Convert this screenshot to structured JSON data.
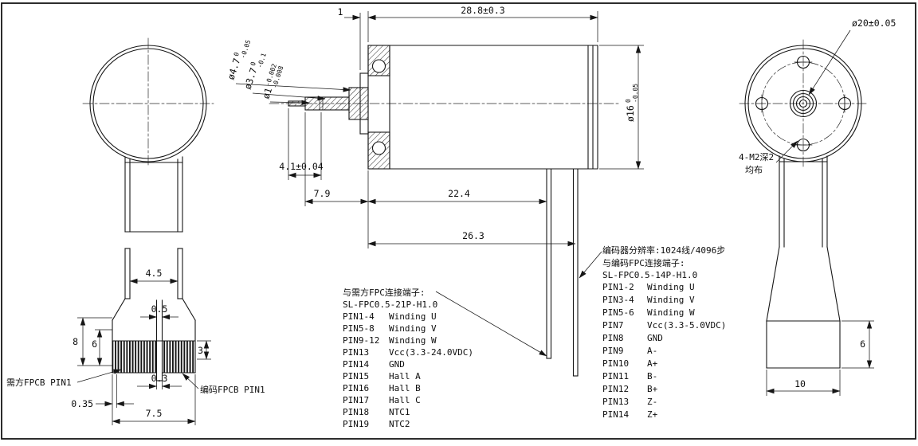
{
  "drawing": {
    "front_view": {
      "dim_4_5": "4.5",
      "dim_0_5": "0.5",
      "dim_8": "8",
      "dim_6": "6",
      "dim_3": "3",
      "dim_0_3": "0.3",
      "dim_0_35": "0.35",
      "dim_7_5": "7.5",
      "label_customer_fpcb": "需方FPCB PIN1",
      "label_encoder_fpcb": "编码FPCB PIN1"
    },
    "side_view": {
      "dim_1": "1",
      "dim_length": "28.8±0.3",
      "dim_4_1": "4.1±0.04",
      "dim_7_9": "7.9",
      "dim_22_4": "22.4",
      "dim_26_3": "26.3",
      "dia_4_7": {
        "value": "ø4.7",
        "tol_upper": "0",
        "tol_lower": "-0.05"
      },
      "dia_3_7": {
        "value": "ø3.7",
        "tol_upper": "0",
        "tol_lower": "-0.1"
      },
      "dia_1": {
        "value": "ø1",
        "tol_upper": "-0.002",
        "tol_lower": "-0.008"
      },
      "dia_16": {
        "value": "ø16",
        "tol_upper": "0",
        "tol_lower": "-0.05"
      }
    },
    "rear_view": {
      "dia_20": "ø20±0.05",
      "screw_note_line1": "4-M2深2",
      "screw_note_line2": "均布",
      "dim_6": "6",
      "dim_10": "10"
    },
    "main_fpc": {
      "title": "与需方FPC连接端子:",
      "part_no": "SL-FPC0.5-21P-H1.0",
      "pins": [
        {
          "pin": "PIN1-4",
          "signal": "Winding U"
        },
        {
          "pin": "PIN5-8",
          "signal": "Winding V"
        },
        {
          "pin": "PIN9-12",
          "signal": "Winding W"
        },
        {
          "pin": "PIN13",
          "signal": "Vcc(3.3-24.0VDC)"
        },
        {
          "pin": "PIN14",
          "signal": "GND"
        },
        {
          "pin": "PIN15",
          "signal": "Hall A"
        },
        {
          "pin": "PIN16",
          "signal": "Hall B"
        },
        {
          "pin": "PIN17",
          "signal": "Hall C"
        },
        {
          "pin": "PIN18",
          "signal": "NTC1"
        },
        {
          "pin": "PIN19",
          "signal": "NTC2"
        }
      ]
    },
    "encoder_fpc": {
      "note": "编码器分辨率:1024线/4096步",
      "title": "与编码FPC连接端子:",
      "part_no": "SL-FPC0.5-14P-H1.0",
      "pins": [
        {
          "pin": "PIN1-2",
          "signal": "Winding U"
        },
        {
          "pin": "PIN3-4",
          "signal": "Winding V"
        },
        {
          "pin": "PIN5-6",
          "signal": "Winding W"
        },
        {
          "pin": "PIN7",
          "signal": "Vcc(3.3-5.0VDC)"
        },
        {
          "pin": "PIN8",
          "signal": "GND"
        },
        {
          "pin": "PIN9",
          "signal": "A-"
        },
        {
          "pin": "PIN10",
          "signal": "A+"
        },
        {
          "pin": "PIN11",
          "signal": "B-"
        },
        {
          "pin": "PIN12",
          "signal": "B+"
        },
        {
          "pin": "PIN13",
          "signal": "Z-"
        },
        {
          "pin": "PIN14",
          "signal": "Z+"
        }
      ]
    }
  }
}
